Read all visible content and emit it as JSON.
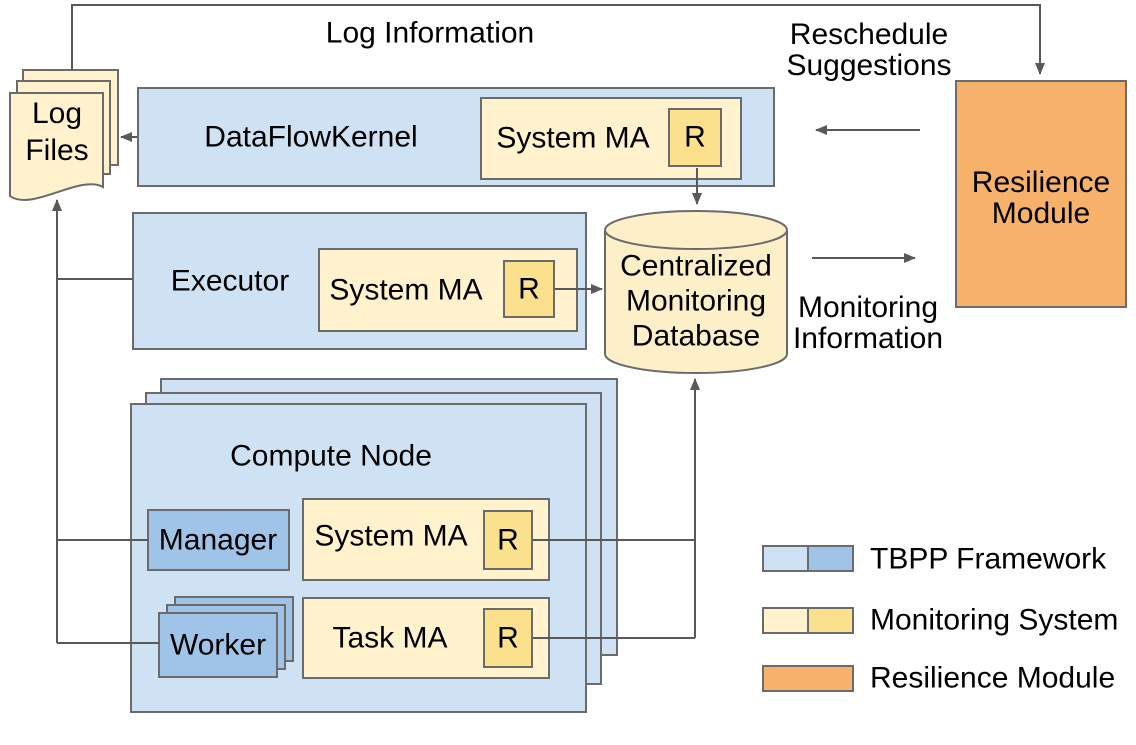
{
  "colors": {
    "tbpp_light_blue": "#CFE2F3",
    "tbpp_medium_blue": "#A0C4E8",
    "monitoring_cream": "#FFF2CC",
    "monitoring_gold": "#FBE08E",
    "resilience_orange": "#F6B26B",
    "box_border_gray": "#6B6B6B",
    "arrow_gray": "#595959"
  },
  "annotations": {
    "log_information": "Log Information",
    "reschedule_line1": "Reschedule",
    "reschedule_line2": "Suggestions",
    "monitoring_line1": "Monitoring",
    "monitoring_line2": "Information"
  },
  "nodes": {
    "log_files_line1": "Log",
    "log_files_line2": "Files",
    "dataflow_kernel": "DataFlowKernel",
    "executor": "Executor",
    "compute_node": "Compute Node",
    "manager": "Manager",
    "worker": "Worker",
    "system_ma_dfk": "System MA",
    "system_ma_executor": "System MA",
    "system_ma_compute": "System MA",
    "task_ma": "Task MA",
    "r_dfk": "R",
    "r_executor": "R",
    "r_compute_system": "R",
    "r_compute_task": "R",
    "database_line1": "Centralized",
    "database_line2": "Monitoring",
    "database_line3": "Database",
    "resilience_line1": "Resilience",
    "resilience_line2": "Module"
  },
  "legend": {
    "items": [
      {
        "label": "TBPP Framework"
      },
      {
        "label": "Monitoring System"
      },
      {
        "label": "Resilience Module"
      }
    ]
  }
}
